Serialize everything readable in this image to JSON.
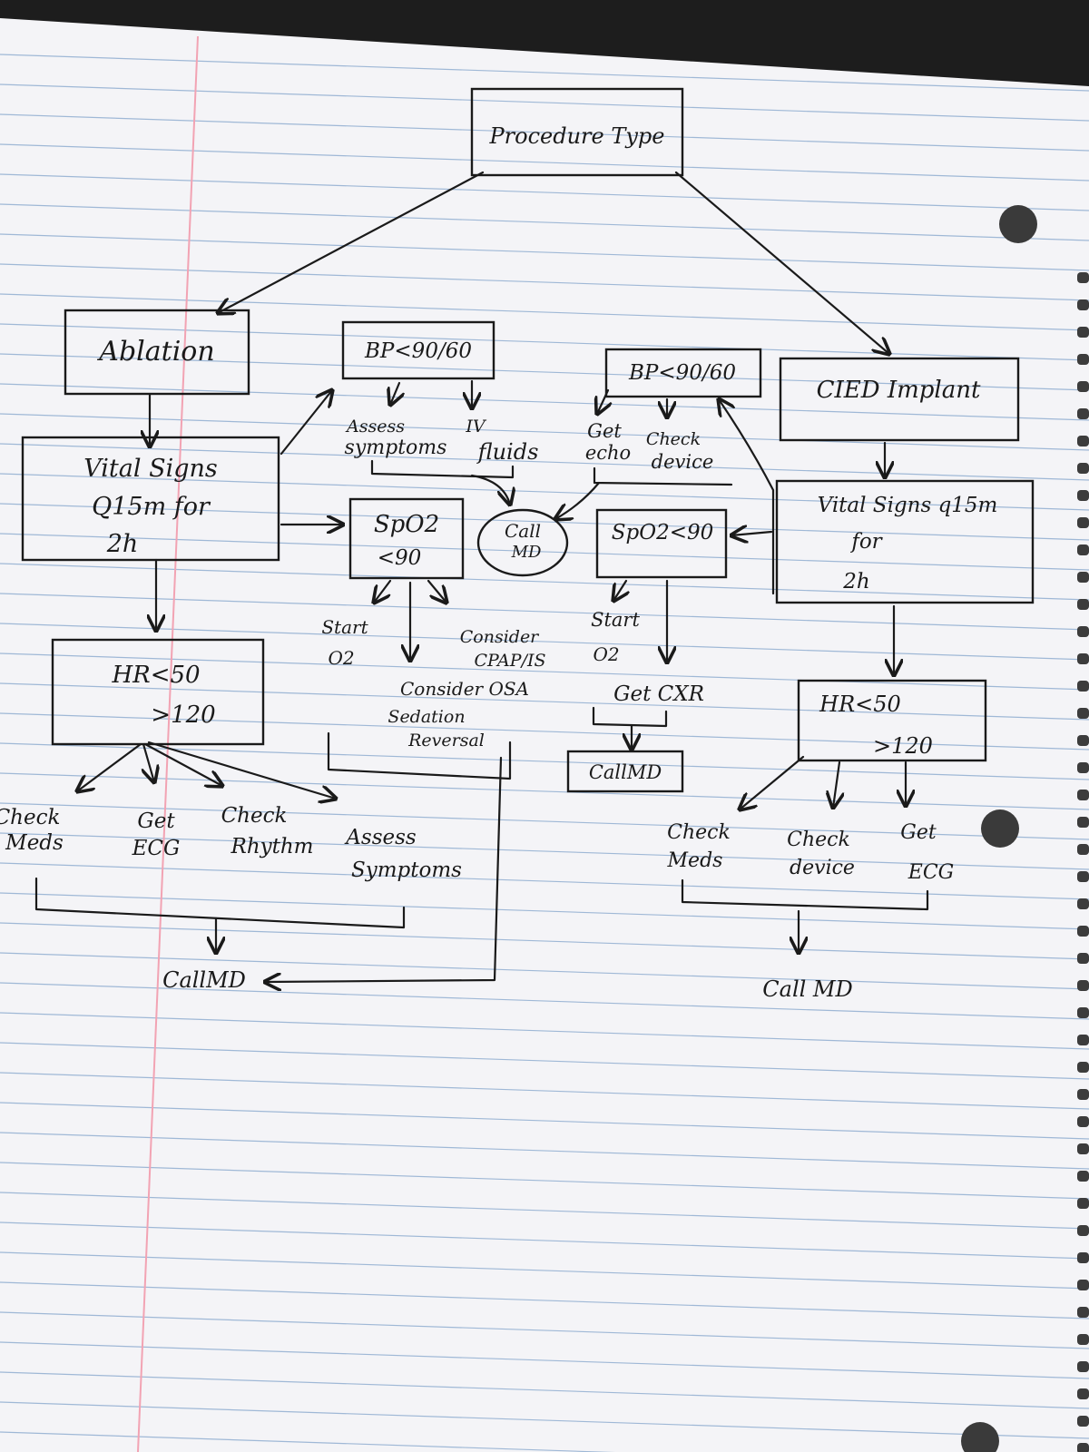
{
  "diagram": {
    "root": "Procedure Type",
    "ablation": {
      "title": "Ablation",
      "vitals": [
        "Vital Signs",
        "Q15m for",
        "2h"
      ],
      "hr": [
        "HR<50",
        ">120"
      ],
      "hr_actions": [
        [
          "Check",
          "Meds"
        ],
        [
          "Get",
          "ECG"
        ],
        [
          "Check",
          "Rhythm"
        ],
        [
          "Assess",
          "Symptoms"
        ]
      ],
      "call": "CallMD"
    },
    "bp_left": {
      "title": "BP<90/60",
      "actions": [
        [
          "Assess",
          "symptoms"
        ],
        [
          "IV",
          "fluids"
        ]
      ]
    },
    "spo2_left": {
      "title": [
        "SpO2",
        "<90"
      ],
      "actions": [
        [
          "Start",
          "O2"
        ],
        [
          "Consider",
          "CPAP/IS"
        ],
        [
          "Consider OSA",
          "Sedation",
          "Reversal"
        ]
      ]
    },
    "call_center": [
      "Call",
      "MD"
    ],
    "bp_right": {
      "title": "BP<90/60",
      "actions": [
        [
          "Get",
          "echo"
        ],
        [
          "Check",
          "device"
        ]
      ]
    },
    "spo2_right": {
      "title": "SpO2<90",
      "actions": [
        [
          "Start",
          "O2"
        ],
        [
          "Get CXR"
        ]
      ],
      "call": "CallMD"
    },
    "cied": {
      "title": "CIED Implant",
      "vitals": [
        "Vital Signs q15m",
        "for",
        "2h"
      ],
      "hr": [
        "HR<50",
        ">120"
      ],
      "hr_actions": [
        [
          "Check",
          "Meds"
        ],
        [
          "Check",
          "device"
        ],
        [
          "Get",
          "ECG"
        ]
      ],
      "call": "Call MD"
    }
  }
}
